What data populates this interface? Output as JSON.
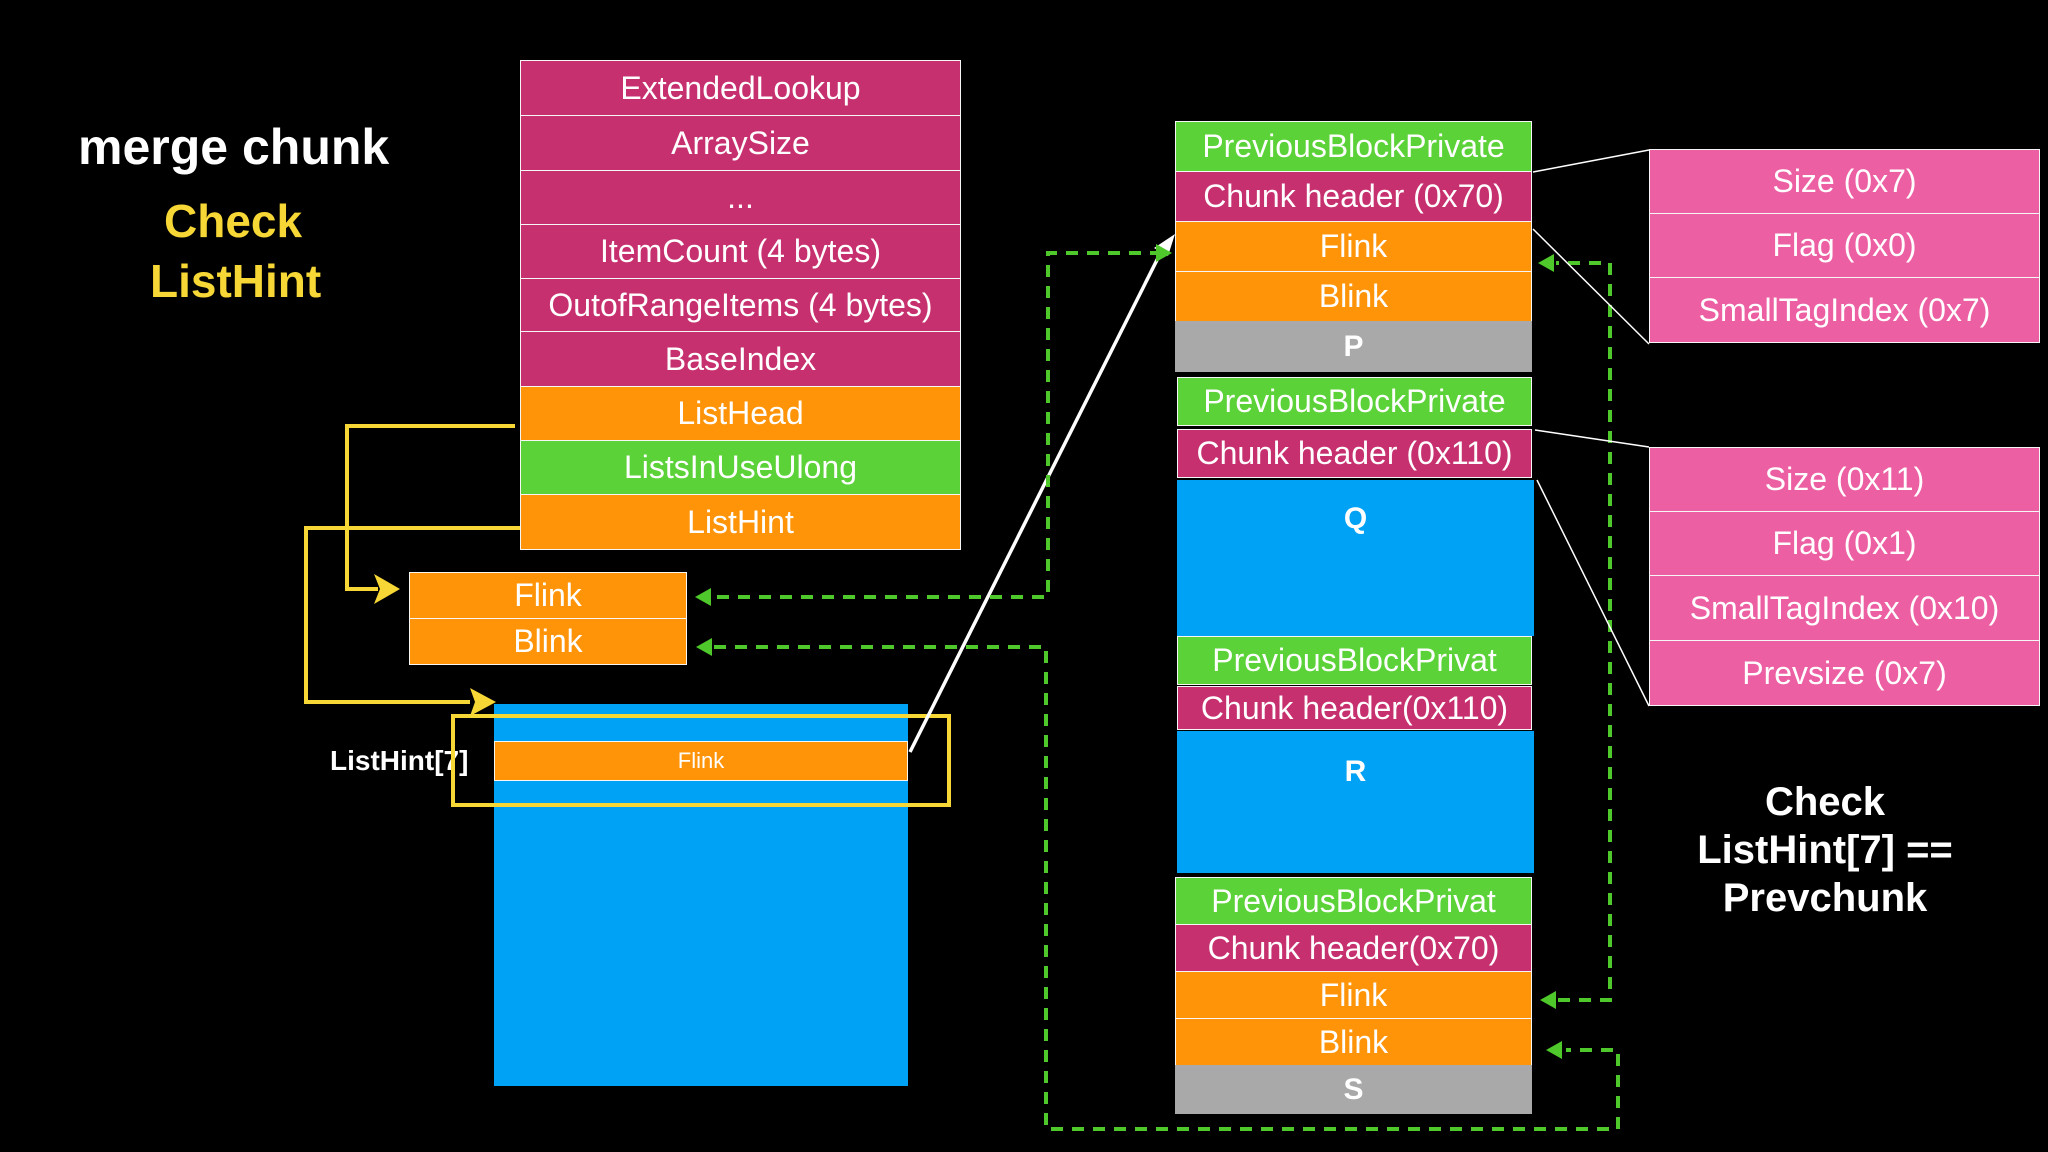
{
  "heading": {
    "title": "merge chunk",
    "subtitle_line1": "Check",
    "subtitle_line2": "ListHint"
  },
  "heap_struct": {
    "fields": [
      "ExtendedLookup",
      "ArraySize",
      "...",
      "ItemCount (4 bytes)",
      "OutofRangeItems (4 bytes)",
      "BaseIndex",
      "ListHead",
      "ListsInUseUlong",
      "ListHint"
    ]
  },
  "list_head": {
    "flink": "Flink",
    "blink": "Blink"
  },
  "list_hint_array": {
    "label": "ListHint[7]",
    "entry": "Flink"
  },
  "chunk_p": {
    "prev": "PreviousBlockPrivate",
    "header": "Chunk header (0x70)",
    "flink": "Flink",
    "blink": "Blink",
    "name": "P"
  },
  "chunk_q": {
    "prev": "PreviousBlockPrivate",
    "header": "Chunk header (0x110)",
    "name": "Q"
  },
  "chunk_r": {
    "prev": "PreviousBlockPrivat",
    "header": "Chunk header(0x110)",
    "name": "R"
  },
  "chunk_s": {
    "prev": "PreviousBlockPrivat",
    "header": "Chunk header(0x70)",
    "flink": "Flink",
    "blink": "Blink",
    "name": "S"
  },
  "header_p_detail": [
    "Size (0x7)",
    "Flag (0x0)",
    "SmallTagIndex (0x7)"
  ],
  "header_q_detail": [
    "Size (0x11)",
    "Flag (0x1)",
    "SmallTagIndex (0x10)",
    "Prevsize (0x7)"
  ],
  "note": {
    "line1": "Check",
    "line2": "ListHint[7] ==",
    "line3": "Prevchunk"
  },
  "colors": {
    "magenta": "#c7306f",
    "orange": "#ff9408",
    "green": "#5bd238",
    "pink": "#ec5fa3",
    "blue": "#00a2f5",
    "gray": "#a9a9a9",
    "yellow": "#f7d735",
    "dashed_green": "#4ec82a",
    "white": "#ffffff"
  }
}
